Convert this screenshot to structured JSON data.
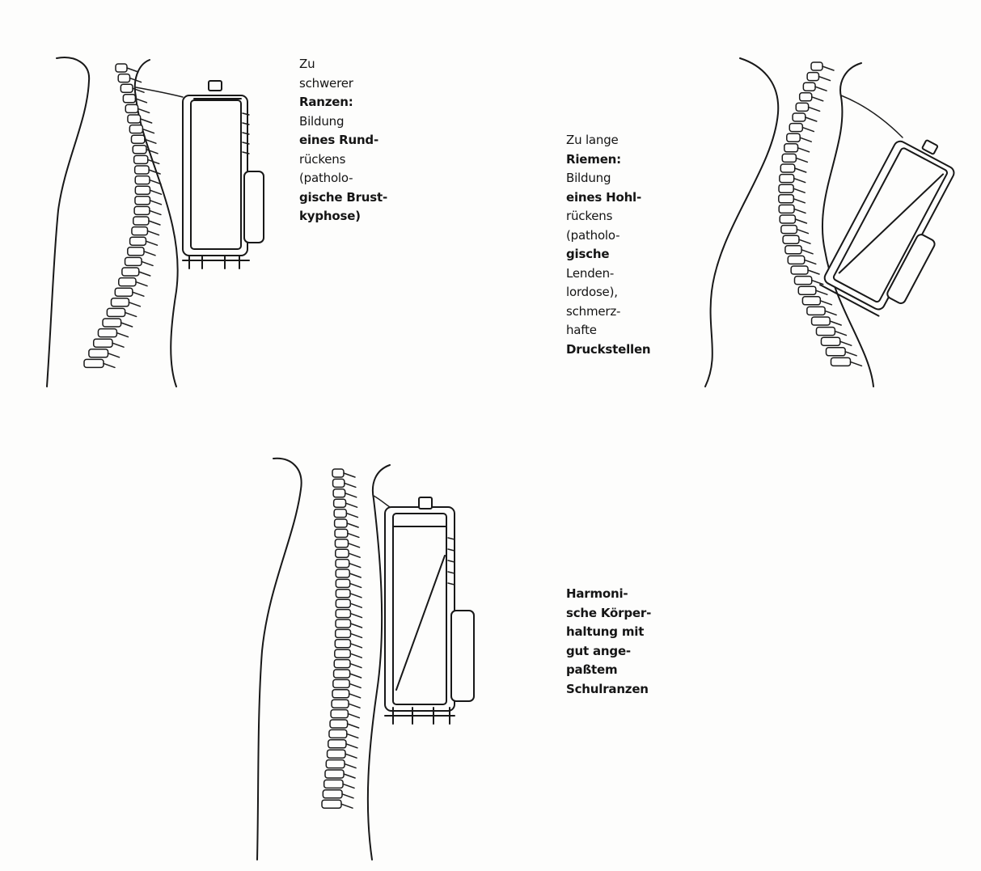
{
  "figures": [
    {
      "id": "round-back",
      "caption": [
        "Zu",
        "schwerer",
        "Ranzen:",
        "Bildung",
        "eines Rund-",
        "rückens",
        "(patholo-",
        "gische Brust-",
        "kyphose)"
      ],
      "posture": "kyphosis",
      "strap": "none",
      "icon": "spine-with-heavy-satchel"
    },
    {
      "id": "hollow-back",
      "caption": [
        "Zu lange",
        "Riemen:",
        "Bildung",
        "eines Hohl-",
        "rückens",
        "(patholo-",
        "gische",
        "Lenden-",
        "lordose),",
        "schmerz-",
        "hafte",
        "Druckstellen"
      ],
      "posture": "lordosis",
      "strap": "diagonal",
      "icon": "spine-with-low-hanging-satchel"
    },
    {
      "id": "harmonious",
      "caption": [
        "Harmoni-",
        "sche Körper-",
        "haltung mit",
        "gut ange-",
        "paßtem",
        "Schulranzen"
      ],
      "posture": "upright",
      "strap": "diagonal",
      "icon": "spine-with-fitted-satchel"
    }
  ]
}
